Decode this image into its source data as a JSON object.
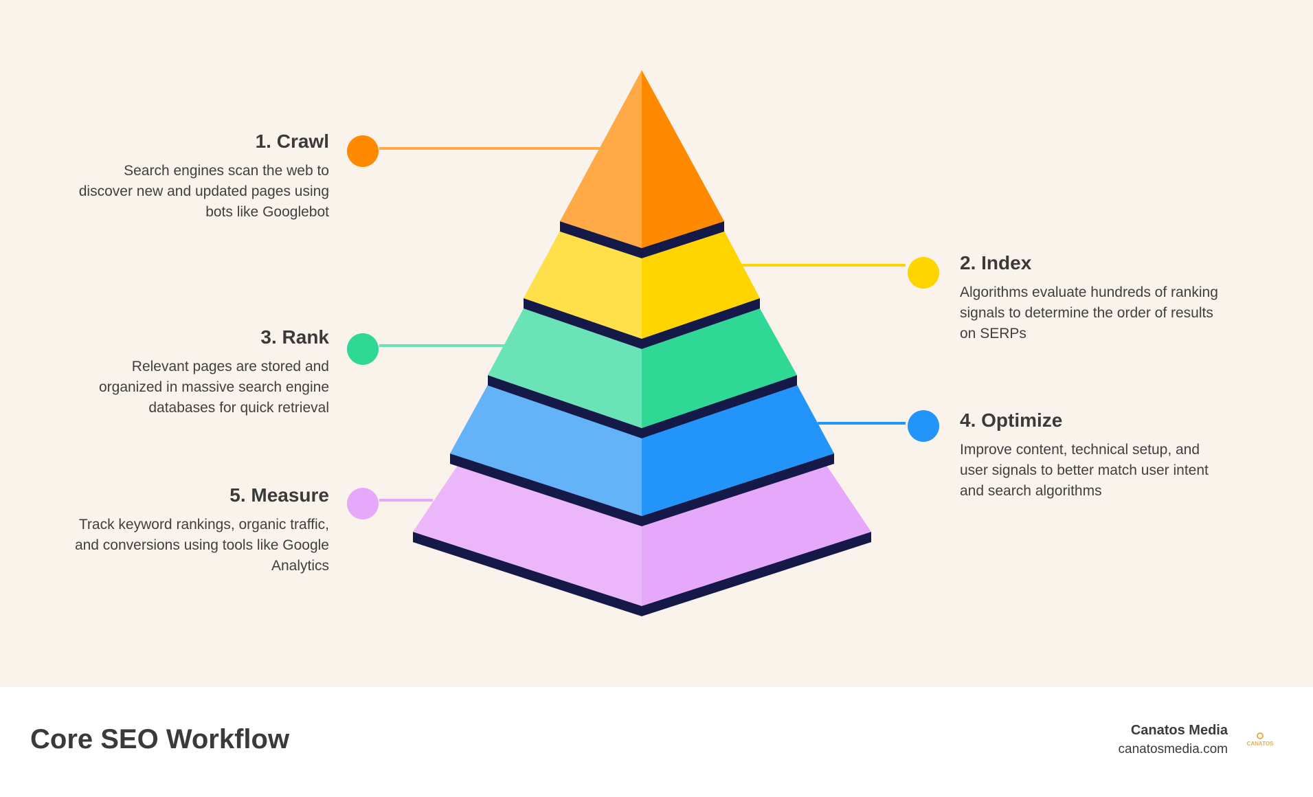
{
  "steps": [
    {
      "title": "1. Crawl",
      "description": "Search engines scan the web to discover new and updated pages using bots like Googlebot",
      "color_light": "#ffa947",
      "color_dark": "#ff8a00"
    },
    {
      "title": "2. Index",
      "description": "Algorithms evaluate hundreds of ranking signals to determine the order of results on SERPs",
      "color_light": "#ffdf4a",
      "color_dark": "#ffd500"
    },
    {
      "title": "3. Rank",
      "description": "Relevant pages are stored and organized in massive search engine databases for quick retrieval",
      "color_light": "#6ae3b6",
      "color_dark": "#2fd895"
    },
    {
      "title": "4. Optimize",
      "description": "Improve content, technical setup, and user signals to better match user intent and search algorithms",
      "color_light": "#64b3f8",
      "color_dark": "#2395fa"
    },
    {
      "title": "5. Measure",
      "description": "Track keyword rankings, organic traffic, and conversions using tools like Google Analytics",
      "color_light": "#ecb6fa",
      "color_dark": "#e5a8fb"
    }
  ],
  "footer": {
    "title": "Core SEO Workflow",
    "brand_name": "Canatos Media",
    "brand_url": "canatosmedia.com",
    "logo_text": "CANATOS"
  },
  "colors": {
    "background": "#faf3ec",
    "edge": "#141948",
    "footer_bg": "#ffffff"
  }
}
